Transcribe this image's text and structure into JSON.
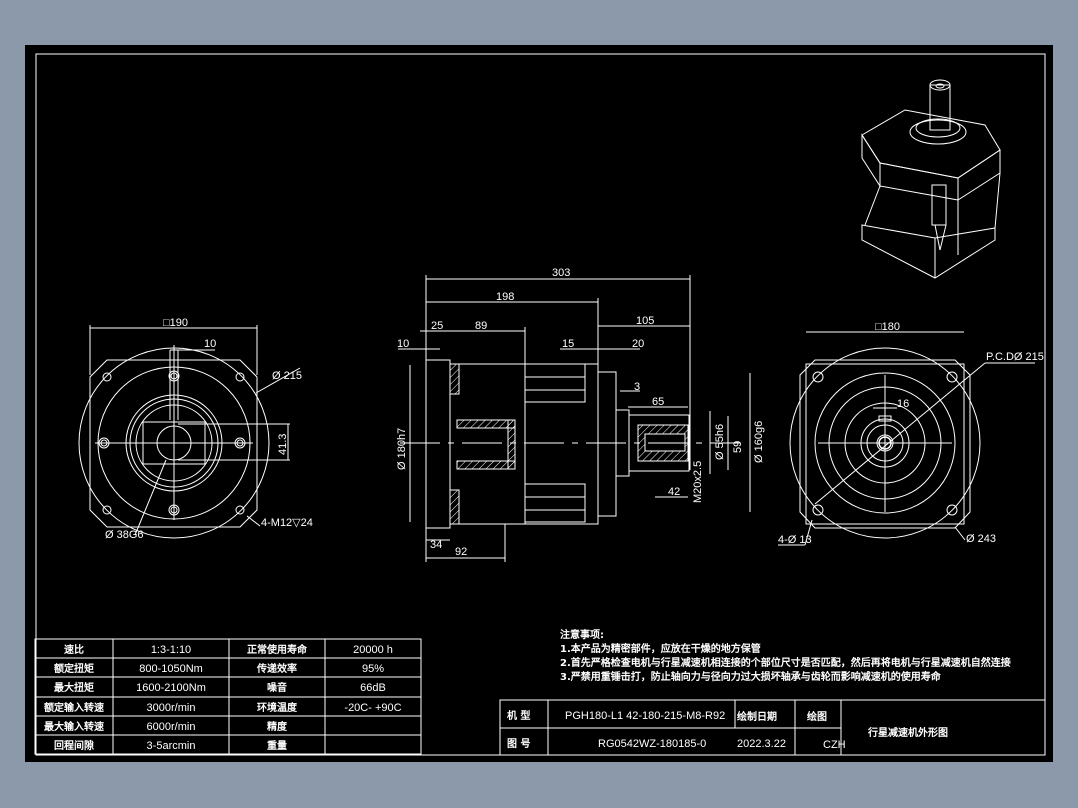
{
  "drawing": {
    "title": "行星减速机外形图",
    "colors": {
      "background": "#000000",
      "lines": "#ffffff",
      "window": "#8c99ab"
    }
  },
  "left_view": {
    "dims": {
      "square": "□190",
      "slot": "10",
      "pcd": "Ø 215",
      "height": "41.3",
      "holes": "4-M12▽24",
      "bore": "Ø 38G6"
    }
  },
  "side_view": {
    "dims": {
      "total": "303",
      "d198": "198",
      "d105": "105",
      "d25": "25",
      "d89": "89",
      "d10": "10",
      "d15": "15",
      "d20": "20",
      "d3": "3",
      "d65": "65",
      "d42": "42",
      "d34": "34",
      "d92": "92",
      "flange": "Ø 180h7",
      "shaft": "Ø 55h6",
      "d59": "59",
      "spigot": "Ø 160g6",
      "thread": "M20x2.5"
    }
  },
  "right_view": {
    "dims": {
      "square": "□180",
      "pcd": "P.C.DØ 215",
      "key": "16",
      "holes": "4-Ø 13",
      "outer": "Ø 243"
    }
  },
  "spec_table": {
    "rows": [
      {
        "label": "速比",
        "value": "1:3-1:10",
        "label2": "正常使用寿命",
        "value2": "20000  h"
      },
      {
        "label": "额定扭矩",
        "value": "800-1050Nm",
        "label2": "传递效率",
        "value2": "95%"
      },
      {
        "label": "最大扭矩",
        "value": "1600-2100Nm",
        "label2": "噪音",
        "value2": "66dB"
      },
      {
        "label": "额定输入转速",
        "value": "3000r/min",
        "label2": "环境温度",
        "value2": "-20C-  +90C"
      },
      {
        "label": "最大输入转速",
        "value": "6000r/min",
        "label2": "精度",
        "value2": ""
      },
      {
        "label": "回程间隙",
        "value": "3-5arcmin",
        "label2": "重量",
        "value2": ""
      }
    ]
  },
  "notes": {
    "heading": "注意事项:",
    "items": [
      "1.本产品为精密部件，应放在干燥的地方保管",
      "2.首先严格检查电机与行星减速机相连接的个部位尺寸是否匹配，然后再将电机与行星减速机自然连接",
      "3.严禁用重锤击打，防止轴向力与径向力过大损坏轴承与齿轮而影响减速机的使用寿命"
    ]
  },
  "title_block": {
    "model_label": "机 型",
    "model_value": "PGH180-L1 42-180-215-M8-R92",
    "drawing_no_label": "图 号",
    "drawing_no_value": "RG0542WZ-180185-0",
    "date_label": "绘制日期",
    "date_value": "2022.3.22",
    "drawer_label": "绘图",
    "drawer_value": "CZH"
  }
}
